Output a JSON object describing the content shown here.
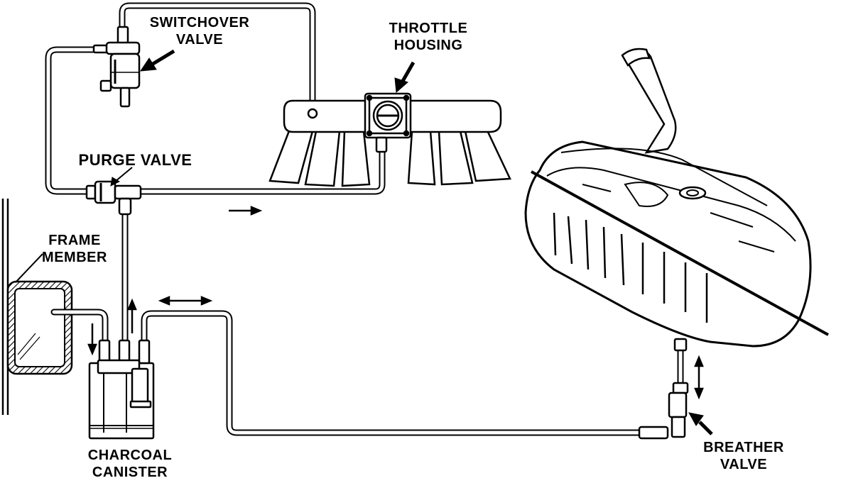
{
  "labels": {
    "switchover_valve": [
      "SWITCHOVER",
      "VALVE"
    ],
    "throttle_housing": [
      "THROTTLE",
      "HOUSING"
    ],
    "purge_valve": "PURGE VALVE",
    "frame_member": [
      "FRAME",
      "MEMBER"
    ],
    "charcoal_canister": [
      "CHARCOAL",
      "CANISTER"
    ],
    "breather_valve": [
      "BREATHER",
      "VALVE"
    ]
  },
  "colors": {
    "line": "#000000",
    "background": "#ffffff"
  }
}
